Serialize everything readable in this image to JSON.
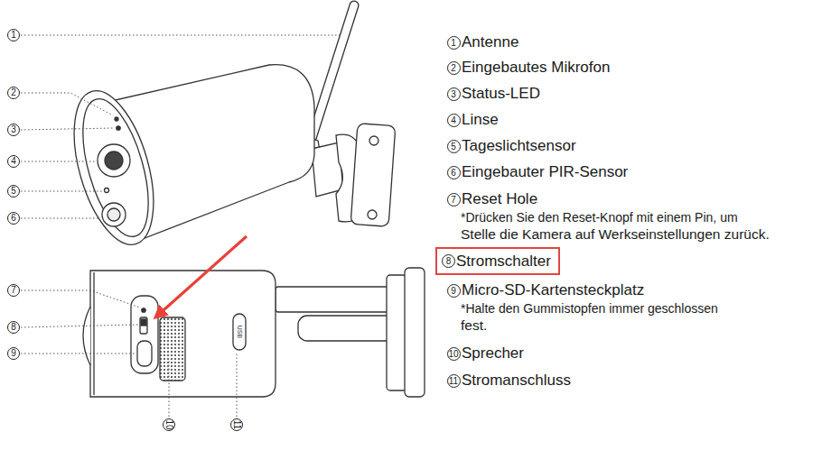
{
  "diagram": {
    "nodes": [
      {
        "text": [
          "8",
          "Stromschalter"
        ]
      }
    ],
    "labels": [
      "1",
      "2",
      "3",
      "4",
      "5",
      "6",
      "7",
      "8",
      "9",
      "10",
      "11",
      "USB",
      "1",
      "Antenne",
      "2",
      "Eingebautes Mikrofon",
      "3",
      "Status-LED",
      "4",
      "Linse",
      "5",
      "Tageslichtsensor",
      "6",
      "Eingebauter PIR-Sensor",
      "7",
      "Reset Hole",
      "*Drücken Sie den Reset-Knopf mit einem Pin, um",
      "Stelle die Kamera auf Werkseinstellungen zurück.",
      "9",
      "Micro-SD-Kartensteckplatz",
      "*Halte den Gummistopfen immer geschlossen",
      "fest.",
      "10",
      "Sprecher",
      "11",
      "Stromanschluss"
    ]
  }
}
